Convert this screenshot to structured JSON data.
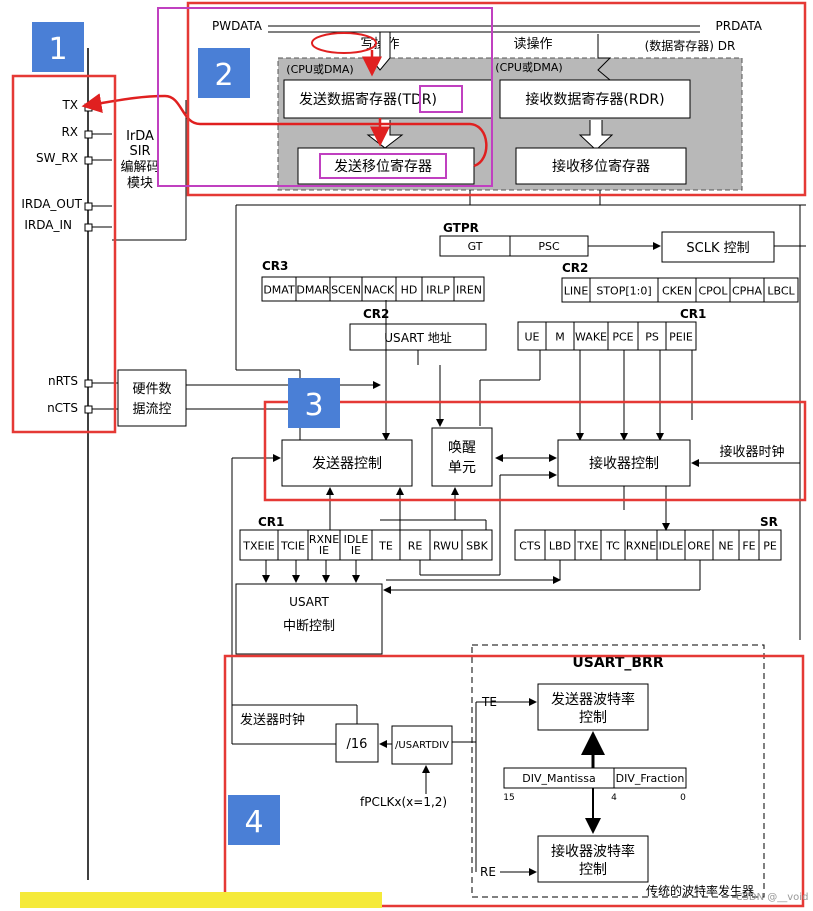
{
  "badges": {
    "b1": "1",
    "b2": "2",
    "b3": "3",
    "b4": "4"
  },
  "pins": {
    "tx": "TX",
    "rx": "RX",
    "sw_rx": "SW_RX",
    "irda_out": "IRDA_OUT",
    "irda_in": "IRDA_IN",
    "nrts": "nRTS",
    "ncts": "nCTS"
  },
  "irda": {
    "l1": "IrDA",
    "l2": "SIR",
    "l3": "编解码",
    "l4": "模块"
  },
  "flow_ctrl": {
    "l1": "硬件数",
    "l2": "据流控"
  },
  "bus": {
    "pwdata": "PWDATA",
    "prdata": "PRDATA"
  },
  "data_reg": {
    "write_op": "写操作",
    "read_op": "读操作",
    "dr": "(数据寄存器) DR",
    "cpu_dma_left": "(CPU或DMA)",
    "cpu_dma_right": "(CPU或DMA)",
    "tdr": "发送数据寄存器(TDR)",
    "rdr": "接收数据寄存器(RDR)",
    "tx_shift": "发送移位寄存器",
    "rx_shift": "接收移位寄存器"
  },
  "gtpr": {
    "title": "GTPR",
    "gt": "GT",
    "psc": "PSC"
  },
  "sclk": {
    "label": "SCLK 控制"
  },
  "cr3": {
    "title": "CR3",
    "bits": [
      "DMAT",
      "DMAR",
      "SCEN",
      "NACK",
      "HD",
      "IRLP",
      "IREN"
    ]
  },
  "cr2_bits": {
    "title": "CR2",
    "bits": [
      "LINE",
      "STOP[1:0]",
      "CKEN",
      "CPOL",
      "CPHA",
      "LBCL"
    ]
  },
  "cr2_addr": {
    "title": "CR2",
    "label": "USART 地址"
  },
  "cr1_top": {
    "title": "CR1",
    "bits": [
      "UE",
      "M",
      "WAKE",
      "PCE",
      "PS",
      "PEIE"
    ]
  },
  "ctrl": {
    "tx": "发送器控制",
    "wake1": "唤醒",
    "wake2": "单元",
    "rx": "接收器控制",
    "rx_clk": "接收器时钟"
  },
  "cr1_bottom": {
    "title": "CR1",
    "bits": [
      "TXEIE",
      "TCIE",
      "RXNE IE",
      "IDLE IE",
      "TE",
      "RE",
      "RWU",
      "SBK"
    ]
  },
  "sr": {
    "title": "SR",
    "bits": [
      "CTS",
      "LBD",
      "TXE",
      "TC",
      "RXNE",
      "IDLE",
      "ORE",
      "NE",
      "FE",
      "PE"
    ]
  },
  "irq": {
    "l1": "USART",
    "l2": "中断控制"
  },
  "baud": {
    "brr": "USART_BRR",
    "tx_clk": "发送器时钟",
    "te": "TE",
    "re": "RE",
    "tx_rate1": "发送器波特率",
    "tx_rate2": "控制",
    "rx_rate1": "接收器波特率",
    "rx_rate2": "控制",
    "div16": "/16",
    "usartdiv": "/USARTDIV",
    "pclk": "fPCLKx(x=1,2)",
    "mantissa": "DIV_Mantissa",
    "fraction": "DIV_Fraction",
    "b15": "15",
    "b4": "4",
    "b0": "0",
    "legacy": "传统的波特率发生器"
  },
  "watermark": "CSDN @__void",
  "colors": {
    "frame": "#e53935",
    "purple": "#c040c0",
    "badge": "#4a7fd6",
    "redarrow": "#e02020",
    "shade": "#b8b8b8"
  }
}
